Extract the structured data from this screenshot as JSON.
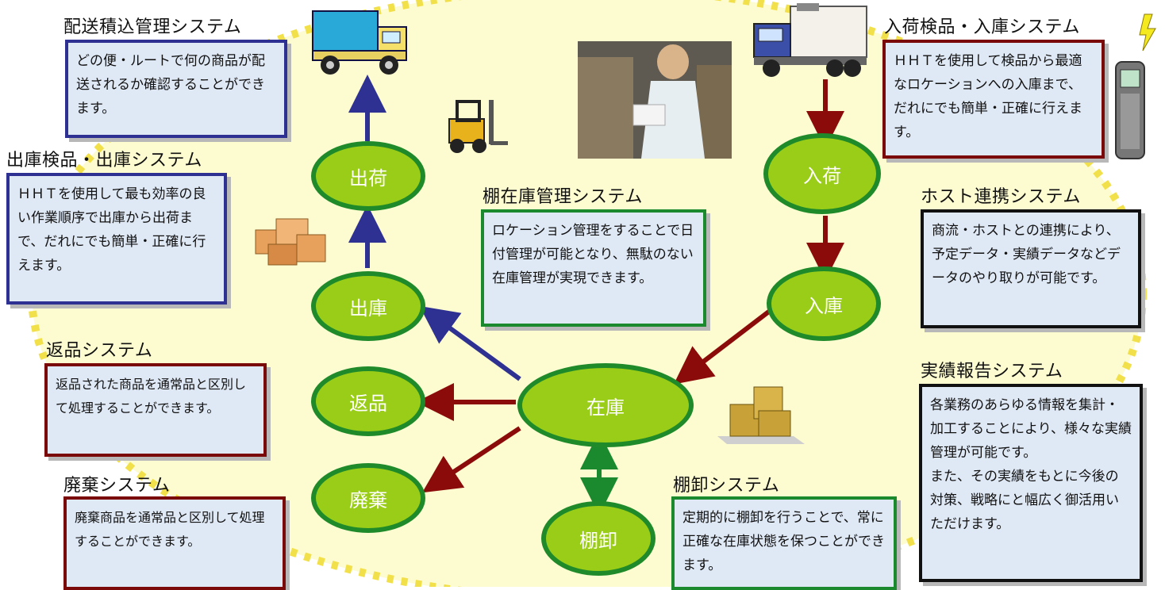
{
  "nodes": {
    "shukka": "出荷",
    "shukko": "出庫",
    "henpin": "返品",
    "haiki": "廃棄",
    "zaiko": "在庫",
    "tanaoroshi": "棚卸",
    "nyuka": "入荷",
    "nyuko": "入庫"
  },
  "systems": {
    "haiso": {
      "title": "配送積込管理システム",
      "desc": "どの便・ルートで何の商品が配送されるか確認することができます。"
    },
    "shukko": {
      "title": "出庫検品・出庫システム",
      "desc": "ＨＨＴを使用して最も効率の良い作業順序で出庫から出荷まで、だれにでも簡単・正確に行えます。"
    },
    "henpin": {
      "title": "返品システム",
      "desc": "返品された商品を通常品と区別して処理することができます。"
    },
    "haiki": {
      "title": "廃棄システム",
      "desc": "廃棄商品を通常品と区別して処理することができます。"
    },
    "tana_zaiko": {
      "title": "棚在庫管理システム",
      "desc": "ロケーション管理をすることで日付管理が可能となり、無駄のない在庫管理が実現できます。"
    },
    "tanaoroshi": {
      "title": "棚卸システム",
      "desc": "定期的に棚卸を行うことで、常に正確な在庫状態を保つことができます。"
    },
    "nyuka": {
      "title": "入荷検品・入庫システム",
      "desc": "ＨＨＴを使用して検品から最適なロケーションへの入庫まで、だれにでも簡単・正確に行えます。"
    },
    "host": {
      "title": "ホスト連携システム",
      "desc": "商流・ホストとの連携により、予定データ・実績データなどデータのやり取りが可能です。"
    },
    "jisseki": {
      "title": "実績報告システム",
      "desc": "各業務のあらゆる情報を集計・加工することにより、様々な実績管理が可能です。\nまた、その実績をもとに今後の対策、戦略にと幅広く御活用いただけます。"
    }
  },
  "colors": {
    "node_fill": "#9acd17",
    "node_border": "#1f8a2a",
    "arrow_blue": "#2e3192",
    "arrow_red": "#8b0a0a",
    "arrow_green": "#1b8a2e",
    "background_oval": "#fdfbd0",
    "dotted_border": "#f2e04a",
    "box_fill": "#dfe8f5"
  },
  "icons": [
    "delivery-truck-icon",
    "forklift-icon",
    "cardboard-boxes-icon",
    "refrigerated-truck-icon",
    "handheld-terminal-icon",
    "worker-photo"
  ]
}
